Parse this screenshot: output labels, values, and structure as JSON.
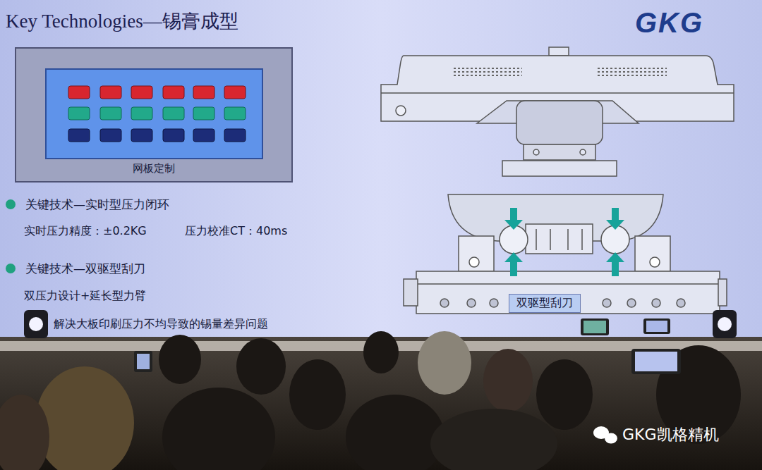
{
  "diagram": {
    "title": "Key Technologies—锡膏成型",
    "nodes": [
      {
        "text": [
          "网板定制"
        ]
      },
      {
        "text": [
          "双驱型刮刀"
        ]
      }
    ],
    "labels": [
      "GKG",
      "关键技术—实时型压力闭环",
      "实时压力精度：±0.2KG",
      "压力校准CT：40ms",
      "关键技术—双驱型刮刀",
      "双压力设计+延长型力臂",
      "解决大板印刷压力不均导致的锡量差异问题",
      "GKG凯格精机"
    ]
  }
}
